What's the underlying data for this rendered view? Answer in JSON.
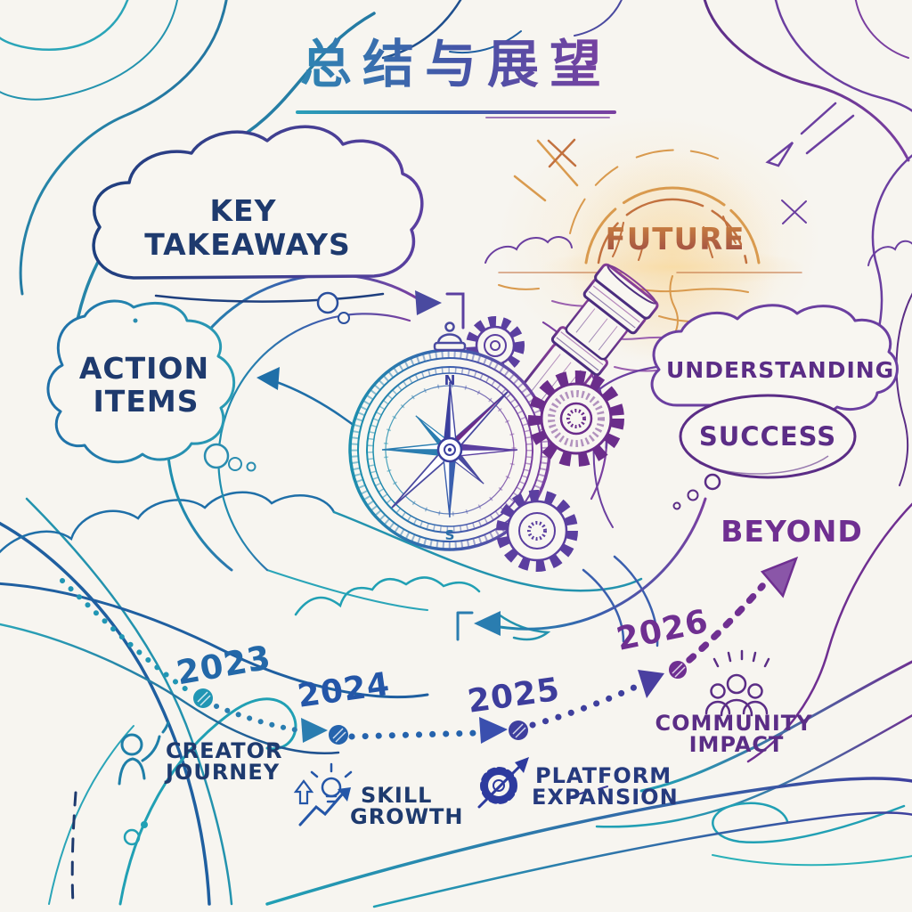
{
  "title": {
    "text": "总结与展望"
  },
  "bubbles": {
    "key_takeaways": {
      "line1": "KEY",
      "line2": "TAKEAWAYS"
    },
    "action_items": {
      "line1": "ACTION",
      "line2": "ITEMS"
    },
    "understanding": {
      "label": "UNDERSTANDING"
    },
    "success": {
      "label": "SUCCESS"
    }
  },
  "horizon": {
    "future_label": "FUTURE"
  },
  "compass": {
    "north": "N",
    "south": "S"
  },
  "timeline": {
    "milestones": [
      {
        "year": "2023",
        "label_line1": "CREATOR",
        "label_line2": "JOURNEY",
        "icon": "person-waving-icon",
        "color": "#2196b4"
      },
      {
        "year": "2024",
        "label_line1": "SKILL",
        "label_line2": "GROWTH",
        "icon": "lightbulb-growth-icon",
        "color": "#2563ad"
      },
      {
        "year": "2025",
        "label_line1": "PLATFORM",
        "label_line2": "EXPANSION",
        "icon": "gear-expansion-icon",
        "color": "#3f3f9e"
      },
      {
        "year": "2026",
        "label_line1": "COMMUNITY",
        "label_line2": "IMPACT",
        "icon": "community-people-icon",
        "color": "#6f2f91"
      }
    ],
    "end_label": "BEYOND"
  },
  "colors": {
    "teal": "#21a0b4",
    "blue": "#2563ad",
    "navy": "#1e3a6e",
    "indigo": "#3f3f9e",
    "purple": "#6f2f91",
    "orange": "#d99a4e",
    "rust": "#9c4a44",
    "paper": "#f8f6f1"
  }
}
